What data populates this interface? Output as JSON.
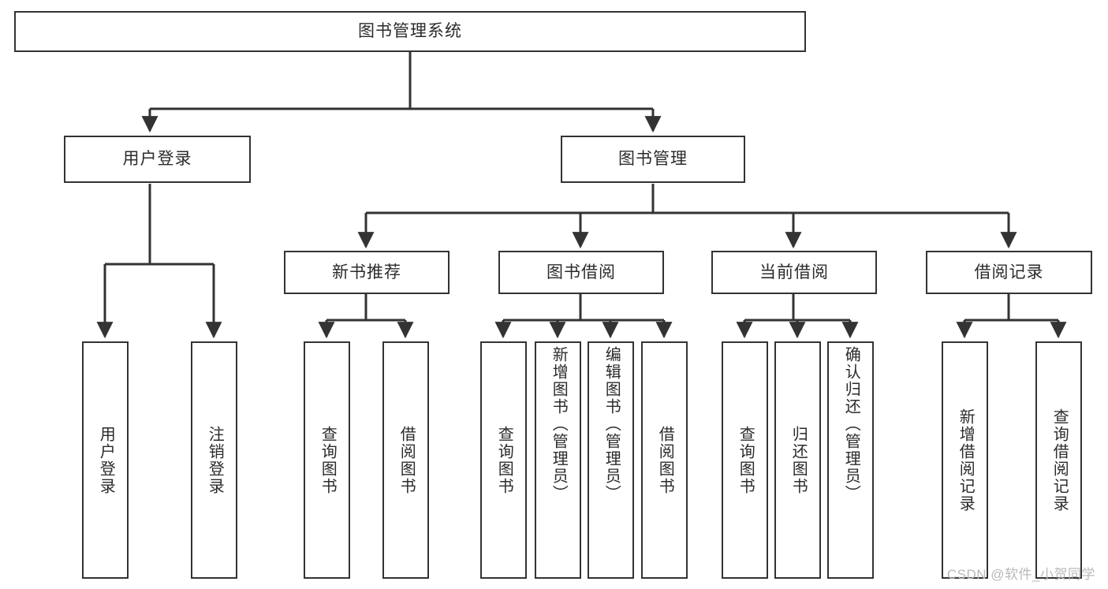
{
  "diagram": {
    "title": "图书管理系统",
    "type": "hierarchy-tree",
    "colors": {
      "box_border": "#333333",
      "box_fill": "#ffffff",
      "connector": "#333333",
      "text": "#2b2b2b",
      "watermark": "#b9b9b9"
    },
    "root": {
      "label": "图书管理系统"
    },
    "level2": [
      {
        "label": "用户登录"
      },
      {
        "label": "图书管理"
      }
    ],
    "level3": [
      {
        "label": "新书推荐"
      },
      {
        "label": "图书借阅"
      },
      {
        "label": "当前借阅"
      },
      {
        "label": "借阅记录"
      }
    ],
    "leaves": {
      "user_login": [
        {
          "label": "用户登录"
        },
        {
          "label": "注销登录"
        }
      ],
      "new_book_recommend": [
        {
          "label": "查询图书"
        },
        {
          "label": "借阅图书"
        }
      ],
      "book_borrow": [
        {
          "label": "查询图书"
        },
        {
          "label": "新增图书（管理员）"
        },
        {
          "label": "编辑图书（管理员）"
        },
        {
          "label": "借阅图书"
        }
      ],
      "current_borrow": [
        {
          "label": "查询图书"
        },
        {
          "label": "归还图书"
        },
        {
          "label": "确认归还（管理员）"
        }
      ],
      "borrow_record": [
        {
          "label": "新增借阅记录"
        },
        {
          "label": "查询借阅记录"
        }
      ]
    },
    "watermark": "CSDN @软件_小贺同学"
  }
}
